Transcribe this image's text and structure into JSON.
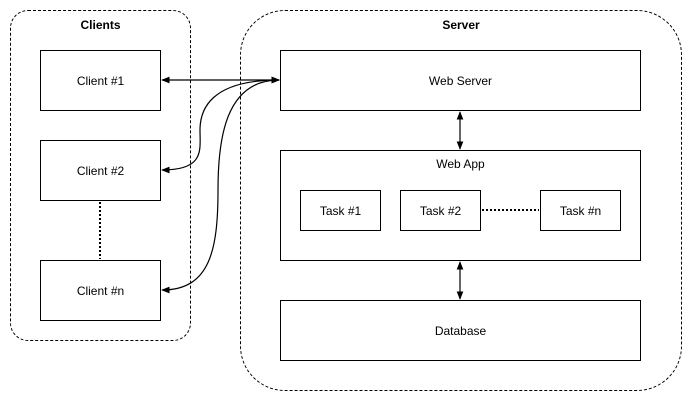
{
  "clients": {
    "title": "Clients",
    "items": [
      "Client #1",
      "Client #2",
      "Client #n"
    ]
  },
  "server": {
    "title": "Server",
    "web_server": "Web Server",
    "web_app": {
      "label": "Web App",
      "tasks": [
        "Task #1",
        "Task #2",
        "Task #n"
      ]
    },
    "database": "Database"
  },
  "colors": {
    "line": "#000000",
    "background": "#ffffff"
  }
}
